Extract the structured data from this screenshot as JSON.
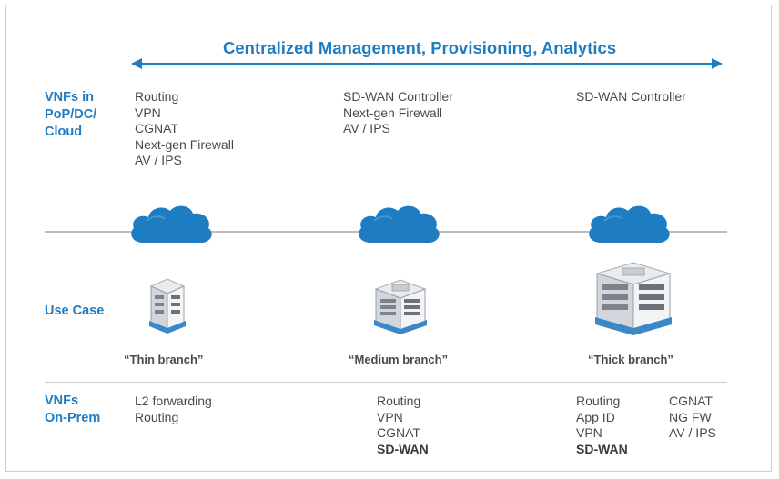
{
  "header": {
    "title": "Centralized Management, Provisioning, Analytics"
  },
  "rows": {
    "vnf_cloud_label": [
      "VNFs in",
      "PoP/DC/",
      "Cloud"
    ],
    "use_case_label": "Use Case",
    "vnf_onprem_label": [
      "VNFs",
      "On-Prem"
    ]
  },
  "columns": [
    {
      "cloud_vnfs": [
        "Routing",
        "VPN",
        "CGNAT",
        "Next-gen Firewall",
        "AV / IPS"
      ],
      "branch": "“Thin branch”",
      "onprem_vnfs": [
        "L2 forwarding",
        "Routing"
      ],
      "onprem_bold": ""
    },
    {
      "cloud_vnfs": [
        "SD-WAN Controller",
        "Next-gen Firewall",
        "AV / IPS"
      ],
      "branch": "“Medium branch”",
      "onprem_vnfs": [
        "Routing",
        "VPN",
        "CGNAT"
      ],
      "onprem_bold": "SD-WAN"
    },
    {
      "cloud_vnfs": [
        "SD-WAN Controller"
      ],
      "branch": "“Thick branch”",
      "onprem_vnfs": [
        "Routing",
        "App ID",
        "VPN"
      ],
      "onprem_bold": "SD-WAN",
      "onprem_vnfs_right": [
        "CGNAT",
        "NG FW",
        "AV / IPS"
      ]
    }
  ],
  "colors": {
    "accent": "#1e7cc2",
    "cloud": "#1e7cc2",
    "text": "#4a4a4a",
    "line": "#bdbdbd"
  },
  "icons": {
    "arrow": "double-headed-arrow",
    "cloud": "cloud-icon",
    "building": "branch-building-icon"
  }
}
